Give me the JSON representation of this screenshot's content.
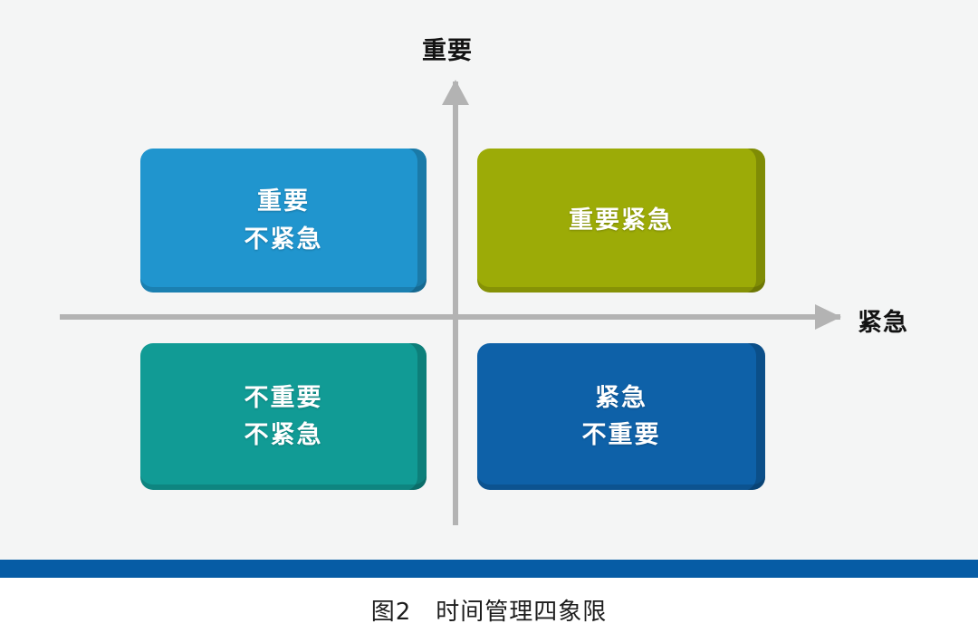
{
  "figure": {
    "caption": "图2　时间管理四象限",
    "background_color": "#f4f5f5",
    "rule_color": "#065ca5"
  },
  "axes": {
    "vertical": {
      "label": "重要",
      "icon": "arrow-up-icon",
      "color": "#b3b3b3"
    },
    "horizontal": {
      "label": "紧急",
      "icon": "arrow-right-icon",
      "color": "#b3b3b3"
    }
  },
  "chart_data": {
    "type": "table",
    "title": "图2　时间管理四象限",
    "xlabel": "紧急",
    "ylabel": "重要",
    "grid": false,
    "legend": "none",
    "quadrants": [
      {
        "id": "important-not-urgent",
        "position": "top-left",
        "lines": [
          "重要",
          "不紧急"
        ],
        "color": "#2095ce"
      },
      {
        "id": "important-urgent",
        "position": "top-right",
        "lines": [
          "重要紧急"
        ],
        "color": "#9cab07"
      },
      {
        "id": "not-important-not-urgent",
        "position": "bottom-left",
        "lines": [
          "不重要",
          "不紧急"
        ],
        "color": "#119b95"
      },
      {
        "id": "urgent-not-important",
        "position": "bottom-right",
        "lines": [
          "紧急",
          "不重要"
        ],
        "color": "#0e61a8"
      }
    ]
  }
}
